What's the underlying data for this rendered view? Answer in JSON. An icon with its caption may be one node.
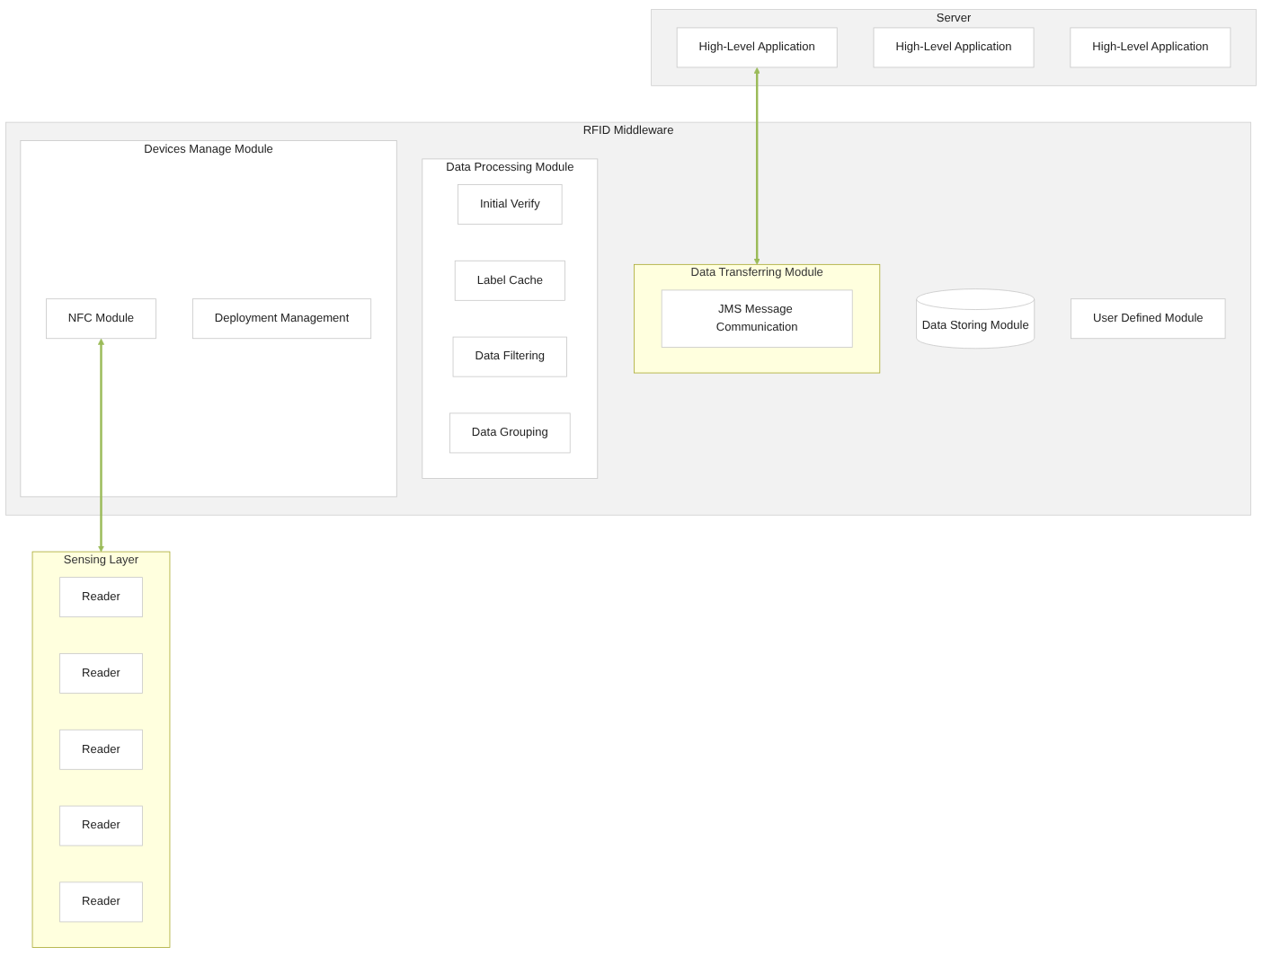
{
  "diagram": {
    "nodes": [
      {
        "text": [
          "Server"
        ]
      },
      {
        "text": [
          "High-Level Application"
        ],
        "in": 0
      },
      {
        "text": [
          "High-Level Application"
        ],
        "in": 0
      },
      {
        "text": [
          "High-Level Application"
        ],
        "in": 0
      },
      {
        "text": [
          "RFID Middleware"
        ]
      },
      {
        "text": [
          "Data Transferring Module"
        ],
        "in": 4
      },
      {
        "text": [
          "JMS Message Communication"
        ],
        "in": 5
      },
      {
        "text": [
          "Data Storing Module"
        ],
        "in": 4
      },
      {
        "text": [
          "Data Processing Module"
        ],
        "in": 4
      },
      {
        "text": [
          "Initial Verify"
        ],
        "in": 8
      },
      {
        "text": [
          "Label Cache"
        ],
        "in": 8
      },
      {
        "text": [
          "Data Filtering"
        ],
        "in": 8
      },
      {
        "text": [
          "Data Grouping"
        ],
        "in": 8
      },
      {
        "text": [
          "Devices Manage Module"
        ],
        "in": 4
      },
      {
        "text": [
          "NFC Module"
        ],
        "in": 13
      },
      {
        "text": [
          "Deployment Management"
        ],
        "in": 13
      },
      {
        "text": [
          "User Defined Module"
        ],
        "in": 4
      },
      {
        "text": [
          "Sensing Layer"
        ]
      },
      {
        "text": [
          "Reader"
        ],
        "in": 17
      },
      {
        "text": [
          "Reader"
        ],
        "in": 17
      },
      {
        "text": [
          "Reader"
        ],
        "in": 17
      },
      {
        "text": [
          "Reader"
        ],
        "in": 17
      },
      {
        "text": [
          "Reader"
        ],
        "in": 17
      }
    ],
    "edges": [
      {
        "from": 1,
        "to": 5,
        "arrow": "both"
      },
      {
        "from": 14,
        "to": 17,
        "arrow": "both"
      }
    ]
  }
}
